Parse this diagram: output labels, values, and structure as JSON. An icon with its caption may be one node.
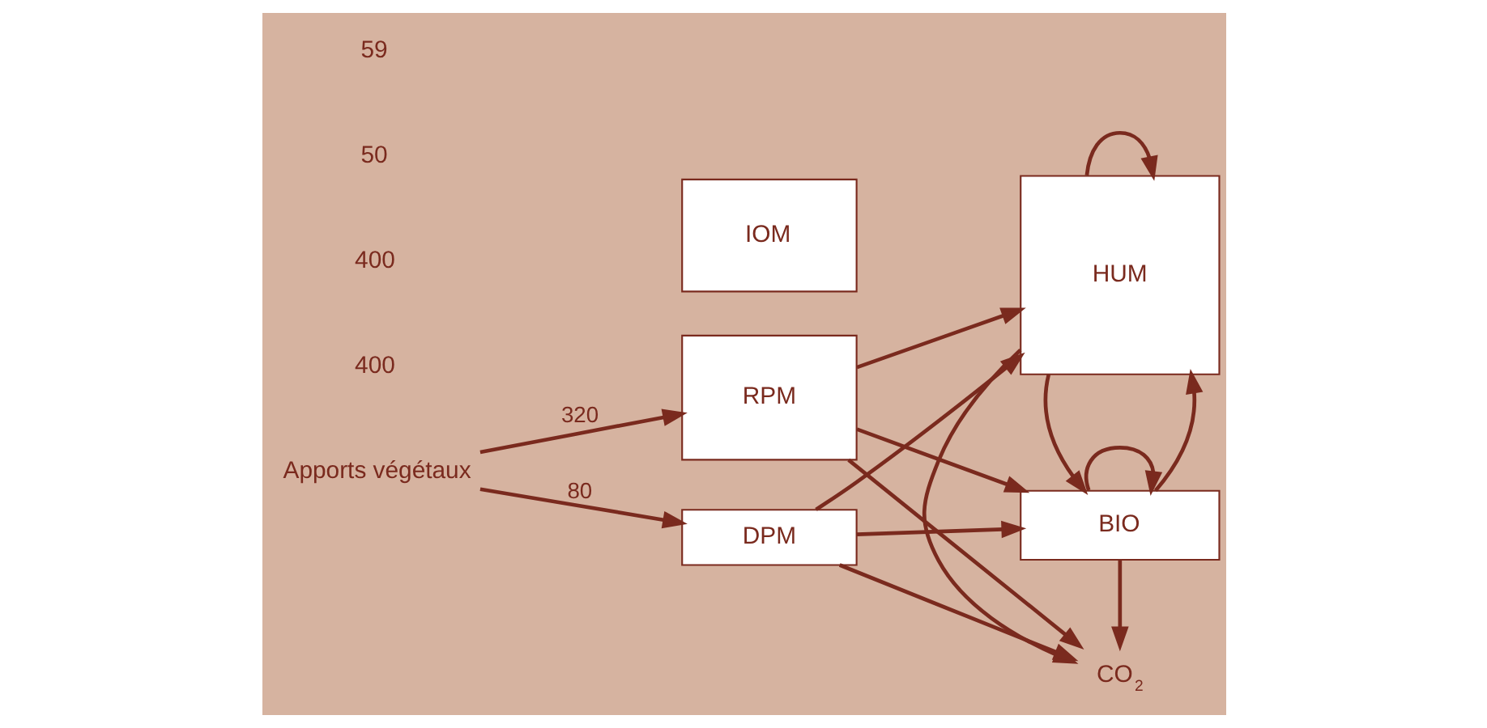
{
  "diagram": {
    "nodes": [
      {
        "text": [
          "Apports végétaux"
        ]
      },
      {
        "text": [
          "CO$_{2}$"
        ]
      },
      {
        "text": [
          "DPM"
        ]
      },
      {
        "text": [
          "BIO"
        ]
      },
      {
        "text": [
          "RPM"
        ]
      },
      {
        "text": [
          "HUM"
        ]
      },
      {
        "text": [
          "IOM"
        ]
      }
    ],
    "edges": [
      {
        "from": 0,
        "to": 2,
        "arrow": "to",
        "label": "80"
      },
      {
        "from": 0,
        "to": 4,
        "arrow": "to",
        "label": "320"
      },
      {
        "from": 2,
        "to": 1,
        "arrow": "to"
      },
      {
        "from": 2,
        "to": 3,
        "arrow": "to"
      },
      {
        "from": 2,
        "to": 5,
        "arrow": "to"
      },
      {
        "from": 4,
        "to": 1,
        "arrow": "to"
      },
      {
        "from": 4,
        "to": 3,
        "arrow": "to"
      },
      {
        "from": 4,
        "to": 5,
        "arrow": "to"
      },
      {
        "from": 3,
        "to": 1,
        "arrow": "to"
      },
      {
        "from": 3,
        "to": 3,
        "arrow": "to"
      },
      {
        "from": 3,
        "to": 5,
        "arrow": "to"
      },
      {
        "from": 5,
        "to": 1,
        "arrow": "to"
      },
      {
        "from": 5,
        "to": 3,
        "arrow": "to"
      },
      {
        "from": 5,
        "to": 5,
        "arrow": "to"
      }
    ],
    "labels": [
      "400",
      "400",
      "50",
      "59"
    ]
  }
}
